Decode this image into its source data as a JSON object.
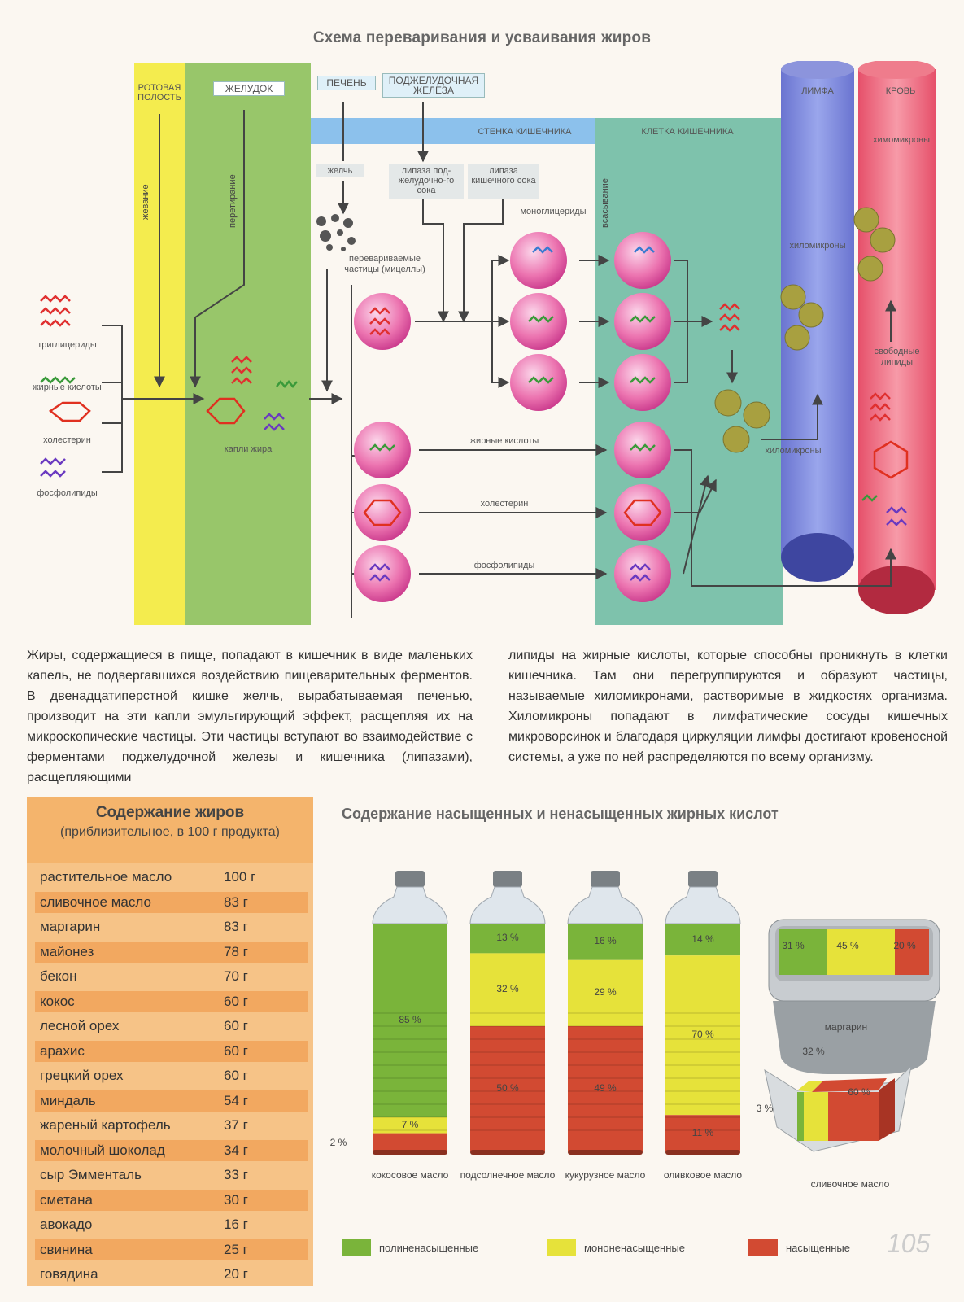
{
  "digestion": {
    "title": "Схема переваривания и усваивания жиров",
    "mouth": "РОТОВАЯ ПОЛОСТЬ",
    "stomach": "ЖЕЛУДОК",
    "liver": "ПЕЧЕНЬ",
    "pancreas": "ПОДЖЕЛУДОЧНАЯ ЖЕЛЕЗА",
    "intestine_wall": "СТЕНКА КИШЕЧНИКА",
    "intestine_cell": "КЛЕТКА КИШЕЧНИКА",
    "lymph": "ЛИМФА",
    "blood": "КРОВЬ",
    "chewing": "жевание",
    "grinding": "перетирание",
    "absorption": "всасывание",
    "bile": "желчь",
    "pancreatic_lipase": "липаза под-желудочно-го сока",
    "intestinal_lipase": "липаза кишечного сока",
    "monoglycerides": "моноглицериды",
    "micelles": "перевариваемые частицы (мицеллы)",
    "triglycerides": "триглицериды",
    "fatty_acids": "жирные кислоты",
    "cholesterol": "холестерин",
    "phospholipids": "фосфолипиды",
    "fat_drops": "капли жира",
    "arrow_fatty_acids": "жирные кислоты",
    "arrow_cholesterol": "холестерин",
    "arrow_phospholipids": "фосфолипиды",
    "chylomicrons_lymph": "хиломикроны",
    "chylomicrons_bottom": "хиломикроны",
    "chylomicrons_blood": "химомикроны",
    "free_lipids": "свободные липиды"
  },
  "text": {
    "col1": "Жиры, содержащиеся в пище, попадают в кишечник в виде маленьких капель, не подвергавшихся воздействию пищеварительных ферментов. В двенадцатиперстной кишке желчь, вырабатываемая печенью, производит на эти капли эмульгирующий эффект, расщепляя их на микроскопические частицы. Эти частицы вступают во взаимодействие с ферментами поджелудочной железы и кишечника (липазами), расщепляющими",
    "col2": "липиды на жирные кислоты, которые способны проникнуть в клетки кишечника. Там они перегруппируются и образуют частицы, называемые хиломикронами, растворимые в жидкостях организма. Хиломикроны попадают в лимфатические сосуды кишечных микроворсинок и благодаря циркуляции лимфы достигают кровеносной системы, а уже по ней распределяются по всему организму."
  },
  "fat_table": {
    "title": "Содержание жиров",
    "subtitle": "(приблизительное, в 100 г продукта)",
    "rows": [
      {
        "name": "растительное масло",
        "value": "100 г"
      },
      {
        "name": "сливочное масло",
        "value": "83 г"
      },
      {
        "name": "маргарин",
        "value": "83 г"
      },
      {
        "name": "майонез",
        "value": "78 г"
      },
      {
        "name": "бекон",
        "value": "70 г"
      },
      {
        "name": "кокос",
        "value": "60 г"
      },
      {
        "name": "лесной орех",
        "value": "60 г"
      },
      {
        "name": "арахис",
        "value": "60 г"
      },
      {
        "name": "грецкий орех",
        "value": "60 г"
      },
      {
        "name": "миндаль",
        "value": "54 г"
      },
      {
        "name": "жареный картофель",
        "value": "37 г"
      },
      {
        "name": "молочный шоколад",
        "value": "34 г"
      },
      {
        "name": "сыр Эмменталь",
        "value": "33 г"
      },
      {
        "name": "сметана",
        "value": "30 г"
      },
      {
        "name": "авокадо",
        "value": "16 г"
      },
      {
        "name": "свинина",
        "value": "25 г"
      },
      {
        "name": "говядина",
        "value": "20 г"
      }
    ]
  },
  "acids": {
    "title": "Содержание насыщенных и ненасыщенных жирных кислот",
    "legend": {
      "poly": "полиненасыщенные",
      "mono": "мононенасыщенные",
      "sat": "насыщенные"
    },
    "colors": {
      "poly": "#7ab43a",
      "mono": "#e6e23a",
      "sat": "#d24a32"
    },
    "bottles": [
      {
        "name": "кокосовое масло",
        "poly": "85 %",
        "mono": "7 %",
        "sat": "2 %",
        "poly_v": 85,
        "mono_v": 7,
        "sat_v": 8
      },
      {
        "name": "подсолнечное масло",
        "poly": "13 %",
        "mono": "32 %",
        "sat": "50 %",
        "poly_v": 13,
        "mono_v": 32,
        "sat_v": 55
      },
      {
        "name": "кукурузное масло",
        "poly": "16 %",
        "mono": "29 %",
        "sat": "49 %",
        "poly_v": 16,
        "mono_v": 29,
        "sat_v": 55
      },
      {
        "name": "оливковое масло",
        "poly": "14 %",
        "mono": "70 %",
        "sat": "11 %",
        "poly_v": 14,
        "mono_v": 70,
        "sat_v": 16
      }
    ],
    "margarine": {
      "name": "маргарин",
      "poly": "31 %",
      "mono": "45 %",
      "sat": "20 %"
    },
    "butter": {
      "name": "сливочное масло",
      "poly": "3 %",
      "mono": "32 %",
      "sat": "60 %"
    },
    "page_number": "105"
  }
}
